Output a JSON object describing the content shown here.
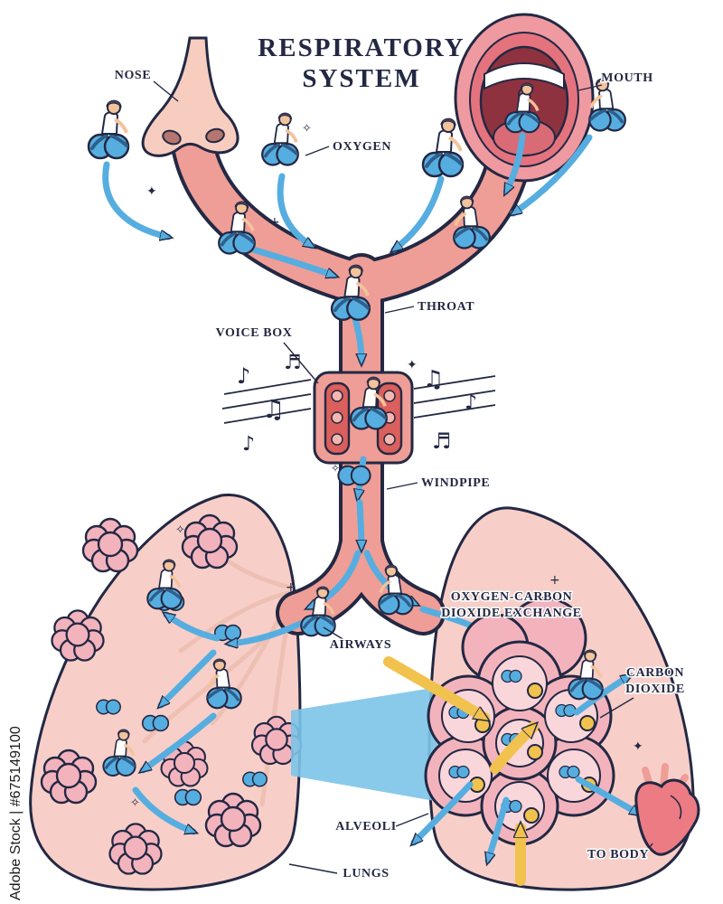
{
  "title": {
    "line1": "RESPIRATORY",
    "line2": "SYSTEM"
  },
  "labels": {
    "nose": "NOSE",
    "mouth": "MOUTH",
    "oxygen": "OXYGEN",
    "throat": "THROAT",
    "voice_box": "VOICE BOX",
    "windpipe": "WINDPIPE",
    "airways": "AIRWAYS",
    "exchange1": "OXYGEN-CARBON",
    "exchange2": "DIOXIDE EXCHANGE",
    "carbon1": "CARBON",
    "carbon2": "DIOXIDE",
    "alveoli": "ALVEOLI",
    "lungs": "LUNGS",
    "to_body": "TO BODY"
  },
  "watermark": "Adobe Stock | #675149100",
  "icons": {
    "music_note_single": "♪",
    "music_note_double": "♫",
    "music_note_beam": "♬",
    "sparkle": "✦",
    "sparkle_outline": "✧",
    "plus": "+"
  },
  "colors": {
    "outline": "#232843",
    "oxygen_blue": "#56ade0",
    "airway_salmon": "#ee9e96",
    "lung_pink": "#f7cfc8",
    "alveoli_pink": "#f3b3bd",
    "carbon_yellow": "#f2c24e",
    "zoom_blue": "#7cc4e8",
    "heart_red": "#ec7b84",
    "skin": "#f6cdbf"
  }
}
